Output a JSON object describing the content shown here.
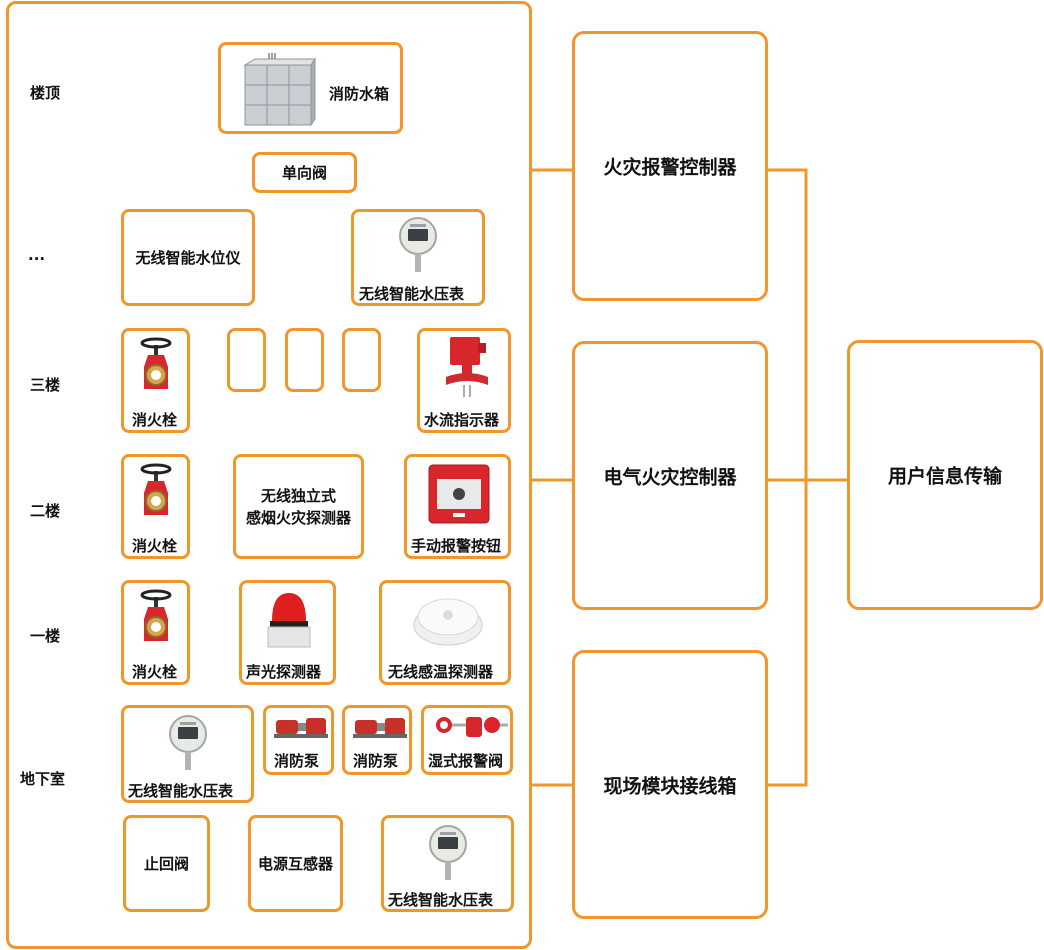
{
  "floors": [
    "楼顶",
    "...",
    "三楼",
    "二楼",
    "一楼",
    "地下室"
  ],
  "devices": {
    "water_tank": "消防水箱",
    "check_valve_top": "单向阀",
    "level_meter": "无线智能水位仪",
    "pressure_gauge_top": "无线智能水压表",
    "hydrant_3f": "消火栓",
    "flow_indicator": "水流指示器",
    "hydrant_2f": "消火栓",
    "smoke_detector": [
      "无线独立式",
      "感烟火灾探测器"
    ],
    "manual_alarm": "手动报警按钮",
    "hydrant_1f": "消火栓",
    "sound_light": "声光探测器",
    "temp_detector": "无线感温探测器",
    "pressure_gauge_b": "无线智能水压表",
    "pump_1": "消防泵",
    "pump_2": "消防泵",
    "wet_alarm_valve": "湿式报警阀",
    "check_valve_bottom": "止回阀",
    "current_transformer": "电源互感器",
    "pressure_gauge_bottom": "无线智能水压表"
  },
  "controllers": {
    "fire_alarm": "火灾报警控制器",
    "electrical_fire": "电气火灾控制器",
    "field_module": "现场模块接线箱"
  },
  "user_info": "用户信息传输",
  "colors": {
    "border": "#f0962b",
    "red": "#d8262c"
  }
}
